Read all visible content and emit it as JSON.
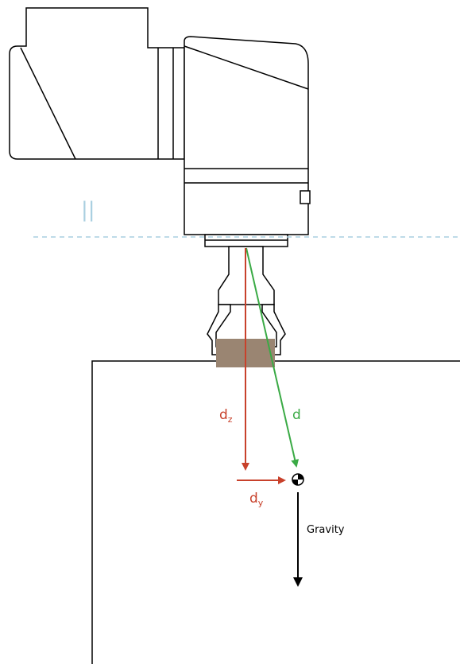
{
  "labels": {
    "dz_main": "d",
    "dz_sub": "z",
    "dy_main": "d",
    "dy_sub": "y",
    "d": "d",
    "gravity": "Gravity",
    "parallel_mark": "||"
  },
  "colors": {
    "red": "#c8412b",
    "green": "#3aaa45",
    "black": "#000000",
    "dashed": "#a9cfe0",
    "object": "#9a8572"
  }
}
